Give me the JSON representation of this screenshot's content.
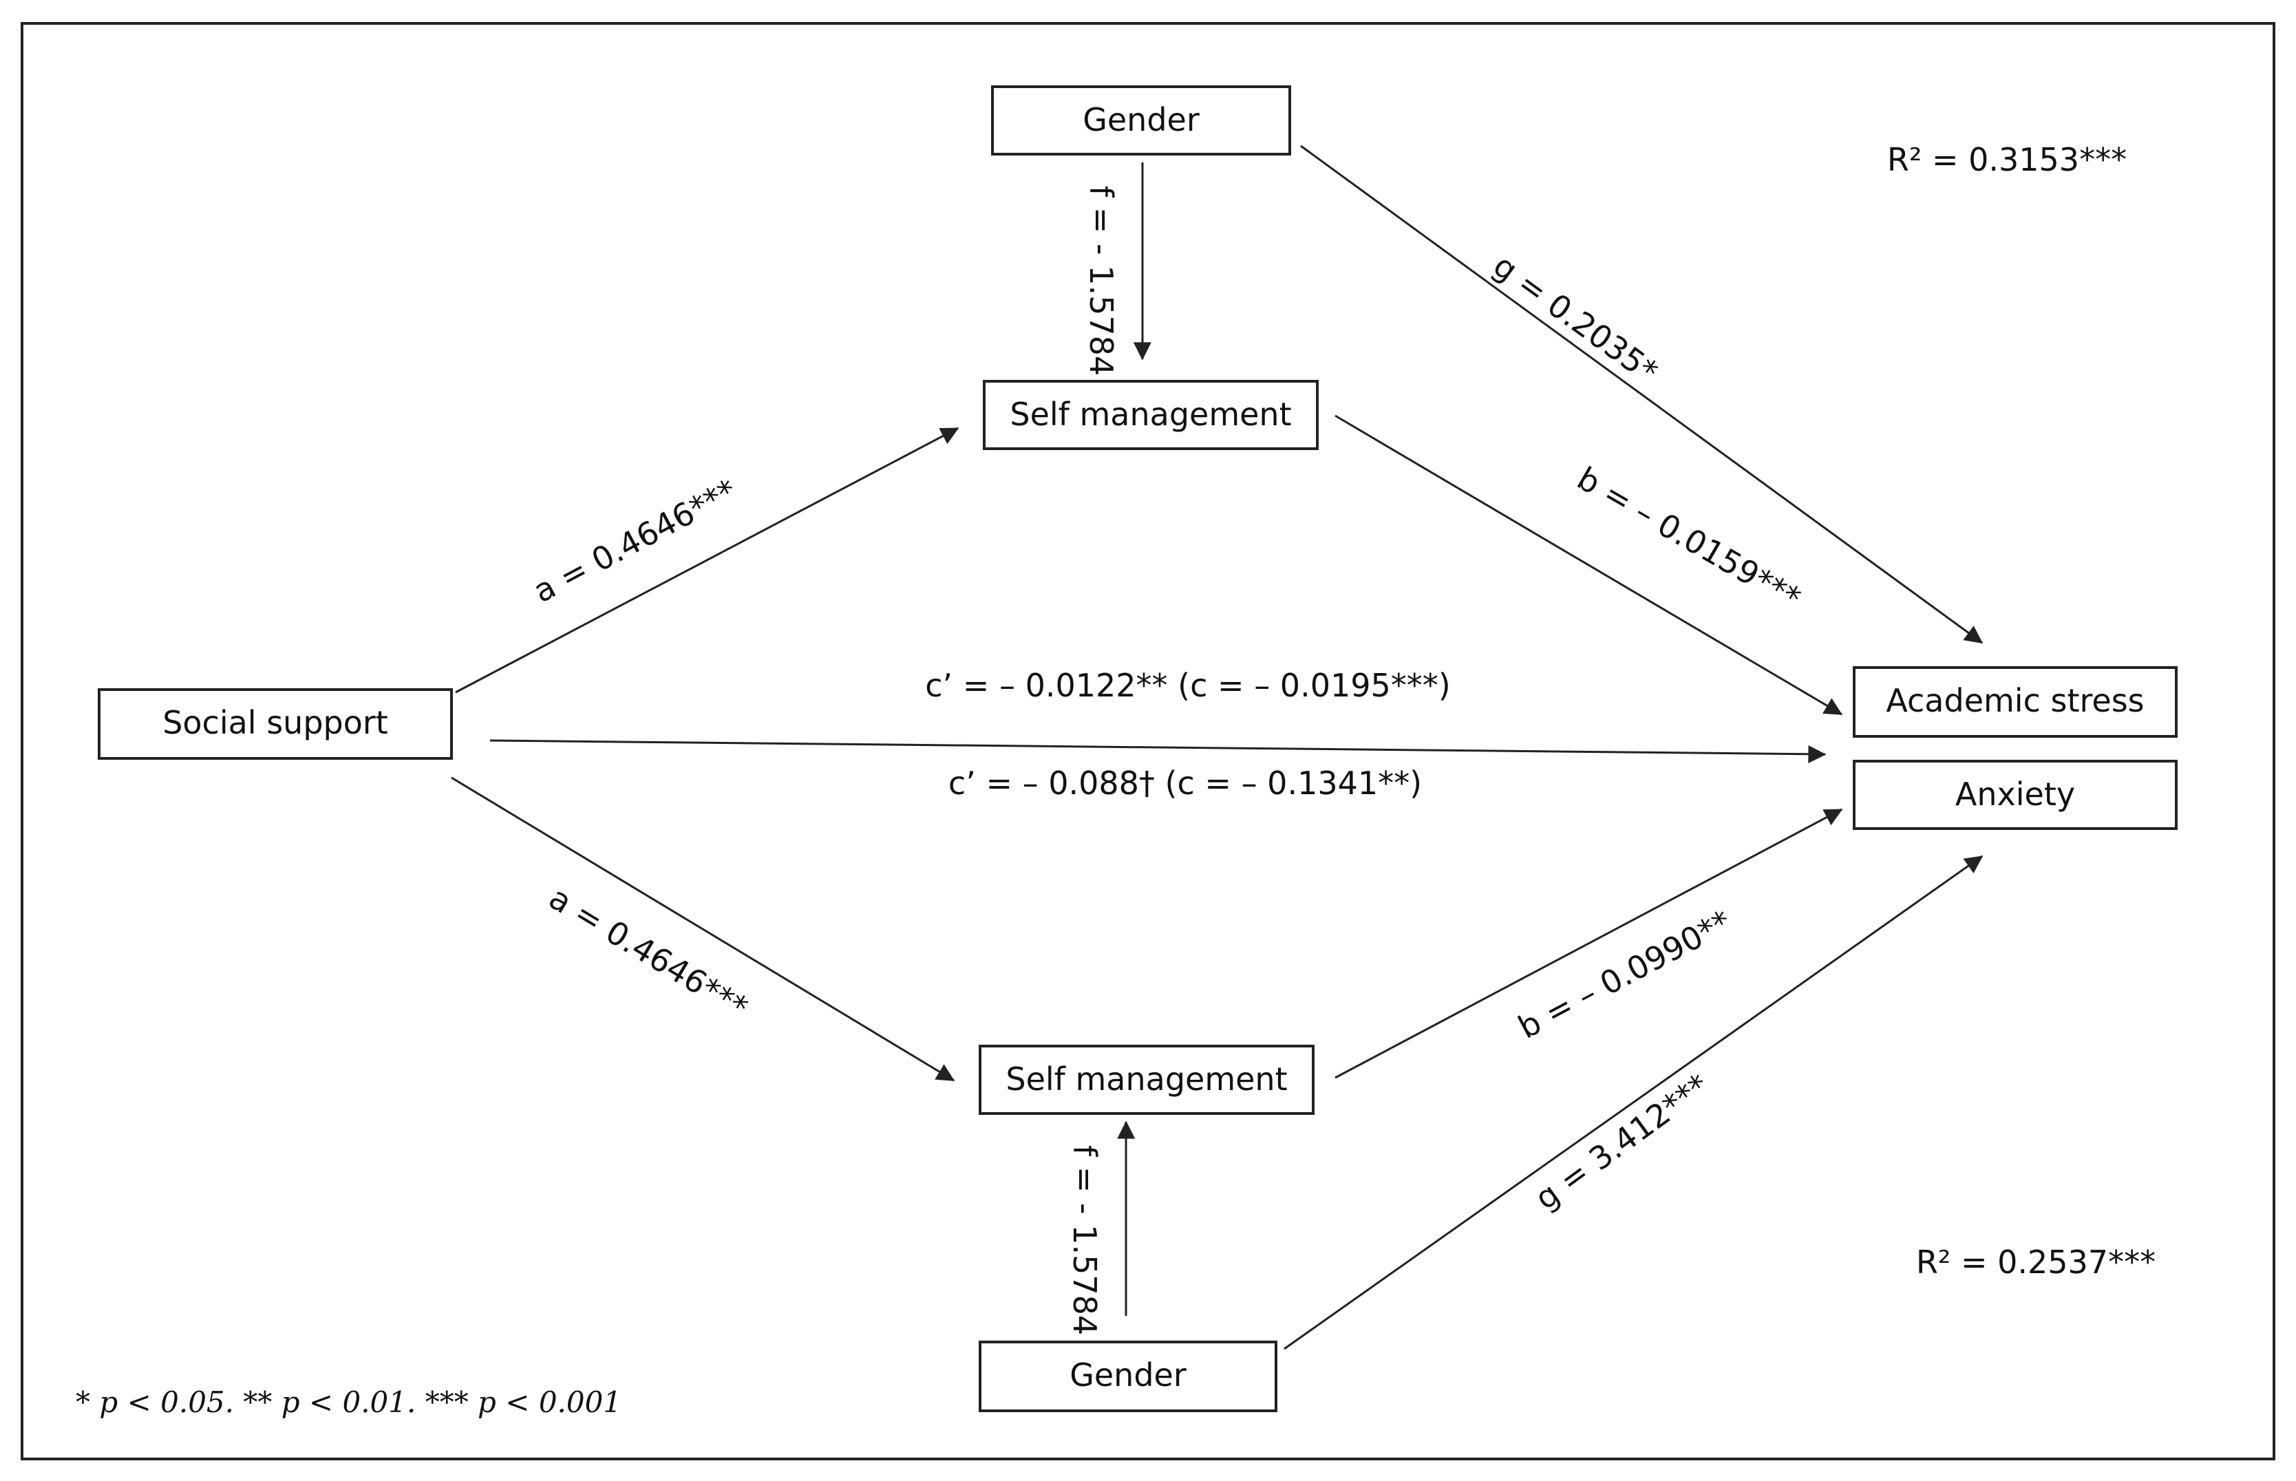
{
  "nodes": {
    "gender_top": "Gender",
    "self_mgmt_top": "Self management",
    "social_support": "Social support",
    "academic_stress": "Academic stress",
    "anxiety": "Anxiety",
    "self_mgmt_bottom": "Self management",
    "gender_bottom": "Gender"
  },
  "paths": {
    "f_top": "f = - 1.5784",
    "g_top": "g = 0.2035*",
    "a_top": "a = 0.4646***",
    "b_top": "b = – 0.0159***",
    "c_top": "c’ = – 0.0122** (c = – 0.0195***)",
    "c_bottom": "c’ = – 0.088† (c = – 0.1341**)",
    "a_bottom": "a = 0.4646***",
    "b_bottom": "b = – 0.0990**",
    "g_bottom": "g = 3.412***",
    "f_bottom": "f = - 1.5784"
  },
  "stats": {
    "r2_top": "R² = 0.3153***",
    "r2_bottom": "R² = 0.2537***"
  },
  "footnote": "* p < 0.05. ** p < 0.01. *** p < 0.001",
  "colors": {
    "line": "#222222",
    "box_border": "#222222",
    "background": "#ffffff"
  }
}
